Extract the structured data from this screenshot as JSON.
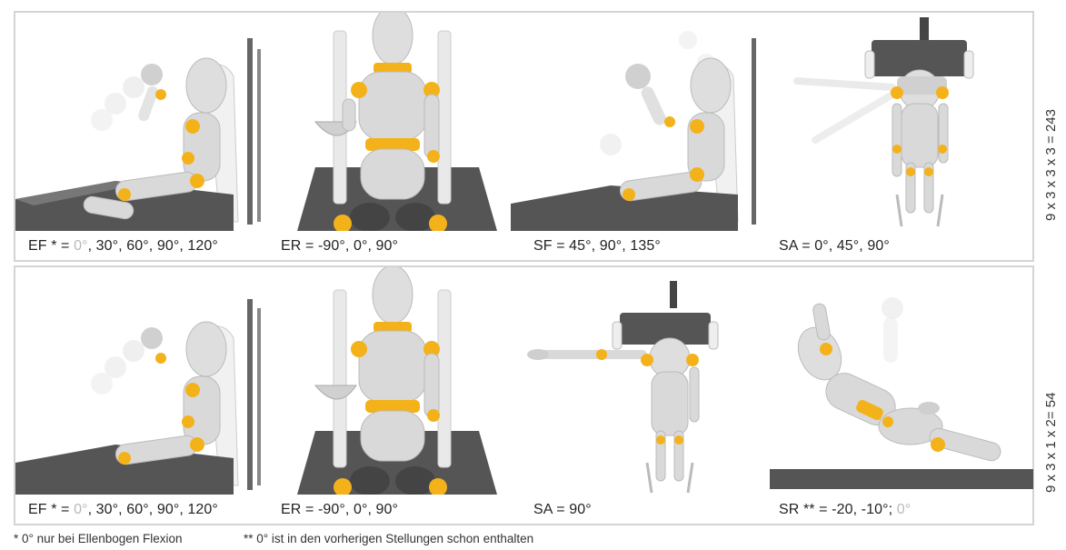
{
  "rows": [
    {
      "side_label": "9 x 3 x 3 x 3 = 243",
      "cells": [
        {
          "pre": "EF * = ",
          "grey": "0°",
          "post": ", 30°, 60°, 90°, 120°"
        },
        {
          "pre": "ER = -90°, 0°, 90°",
          "grey": "",
          "post": ""
        },
        {
          "pre": "SF = 45°, 90°, 135°",
          "grey": "",
          "post": ""
        },
        {
          "pre": "SA = 0°, 45°, 90°",
          "grey": "",
          "post": ""
        }
      ]
    },
    {
      "side_label": "9 x 3 x 1 x 2= 54",
      "cells": [
        {
          "pre": "EF * = ",
          "grey": "0°",
          "post": ", 30°, 60°, 90°, 120°"
        },
        {
          "pre": "ER = -90°, 0°, 90°",
          "grey": "",
          "post": ""
        },
        {
          "pre": "SA = 90°",
          "grey": "",
          "post": ""
        },
        {
          "pre": "SR ** = -20, -10°; ",
          "grey": "0°",
          "post": ""
        }
      ]
    }
  ],
  "footnotes": {
    "note1": "* 0° nur bei Ellenbogen Flexion",
    "note2": "** 0° ist in den vorherigen Stellungen schon enthalten"
  },
  "colors": {
    "joint": "#f4b21a",
    "body": "#d9d9d9",
    "platform": "#555555",
    "border": "#d4d4d4",
    "grey_text": "#b8b8b8"
  }
}
